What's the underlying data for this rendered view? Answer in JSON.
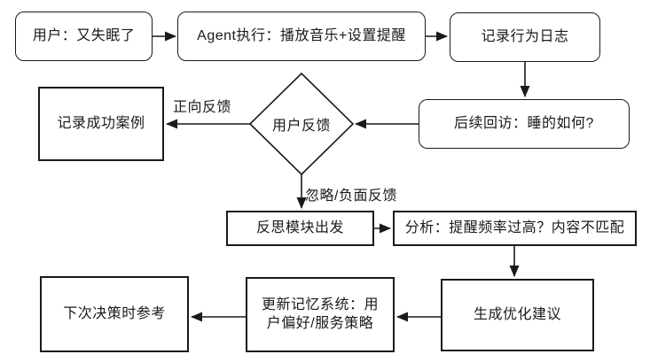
{
  "flowchart": {
    "nodes": {
      "user_insomnia": {
        "label": "用户：又失眠了"
      },
      "agent_execute": {
        "label": "Agent执行：播放音乐+设置提醒"
      },
      "log_behavior": {
        "label": "记录行为日志"
      },
      "follow_up": {
        "label": "后续回访：睡的如何?"
      },
      "user_feedback": {
        "label": "用户反馈"
      },
      "record_success": {
        "label": "记录成功案例"
      },
      "reflection_module": {
        "label": "反思模块出发"
      },
      "analysis": {
        "label": "分析：提醒频率过高？内容不匹配"
      },
      "generate_suggestions": {
        "label": "生成优化建议"
      },
      "update_memory": {
        "label": "更新记忆系统：用户偏好/服务策略"
      },
      "next_decision": {
        "label": "下次决策时参考"
      }
    },
    "edge_labels": {
      "positive": "正向反馈",
      "negative": "忽略/负面反馈"
    },
    "colors": {
      "stroke": "#1a1a1a",
      "background": "#ffffff",
      "text": "#1a1a1a"
    }
  }
}
